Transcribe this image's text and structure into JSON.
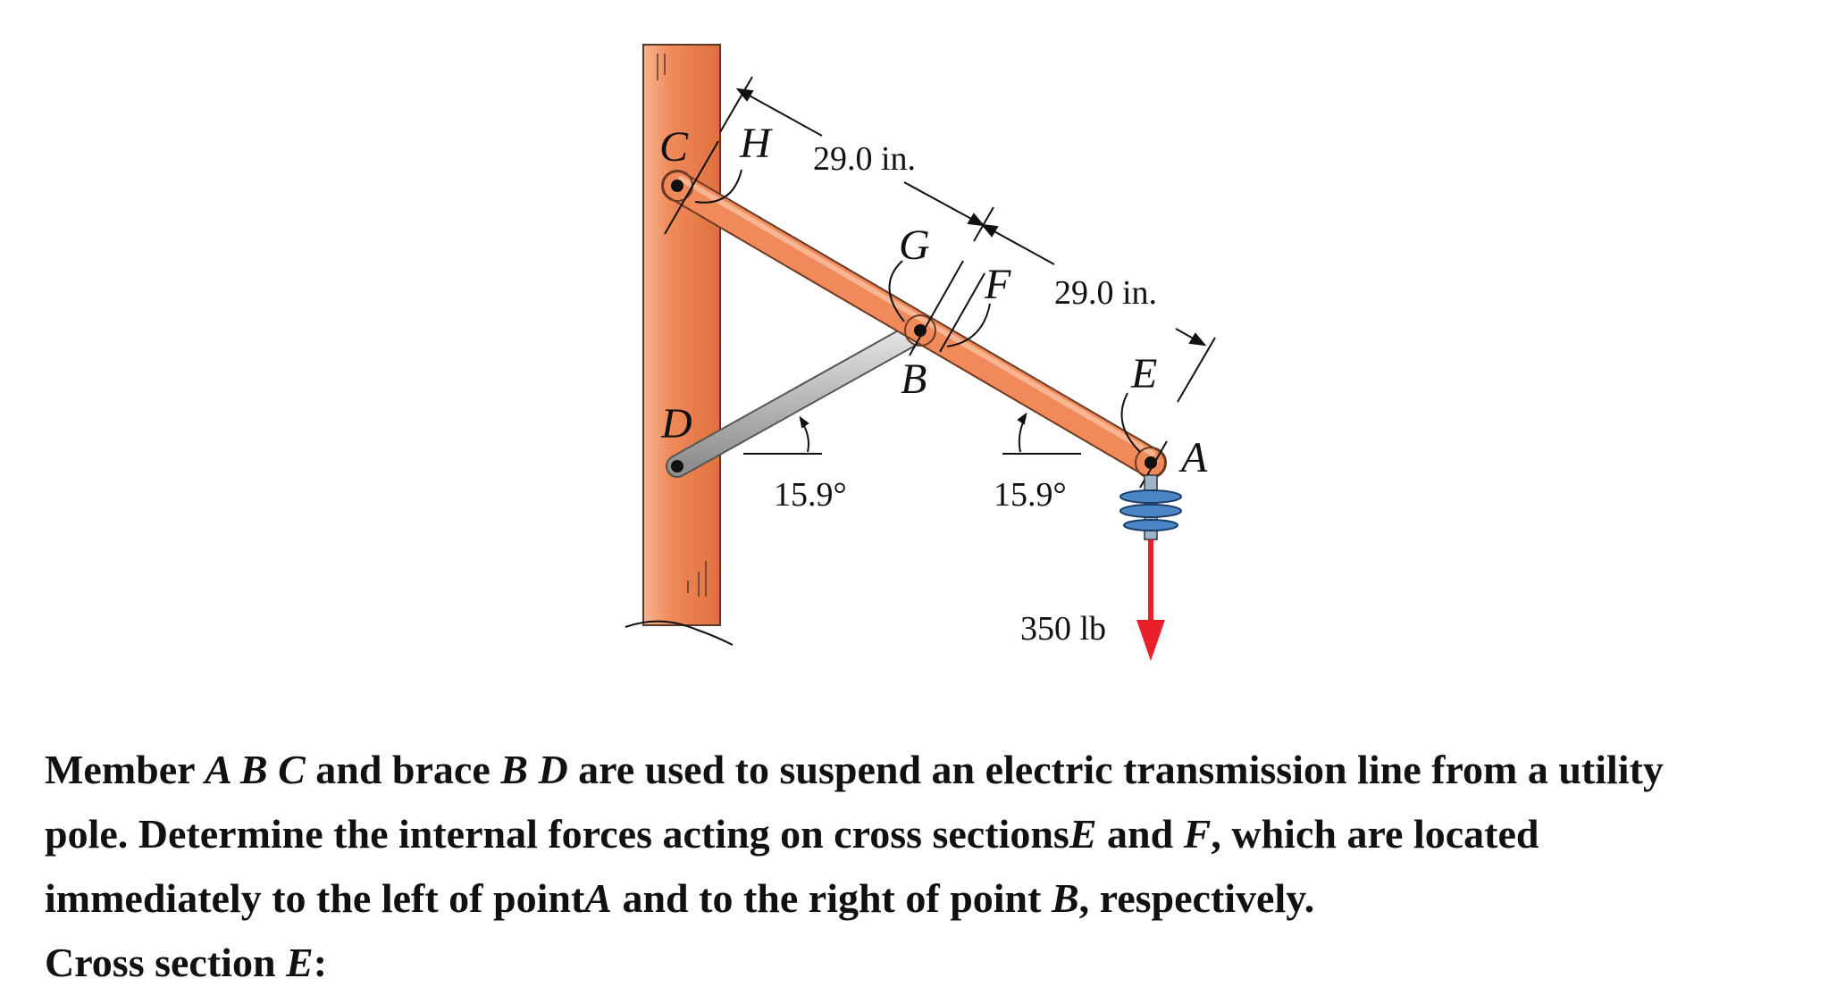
{
  "figure": {
    "labels": {
      "C": "C",
      "H": "H",
      "G": "G",
      "F": "F",
      "B": "B",
      "E": "E",
      "D": "D",
      "A": "A"
    },
    "dimension_upper": "29.0 in.",
    "dimension_lower": "29.0 in.",
    "angle_brace": "15.9°",
    "angle_member": "15.9°",
    "load": "350 lb",
    "colors": {
      "pole": "#f0865a",
      "member": "#f08a5a",
      "brace": "#b8b8b8",
      "insulator": "#4a86c8",
      "load_arrow": "#e8202a"
    }
  },
  "problem": {
    "part1": "Member",
    "v1": "A B C",
    "part2": "and brace",
    "v2": "B D",
    "part3": "are used to suspend an electric transmission line from a utility",
    "line2a": "pole. Determine the internal forces acting on cross sections",
    "v3": "E",
    "line2b": "and",
    "v4": "F",
    "line2c": ", which are located",
    "line3a": "immediately to the left of point",
    "v5": "A",
    "line3b": "and to the right of point",
    "v6": "B",
    "line3c": ", respectively."
  },
  "cross_section": {
    "label": "Cross section",
    "var": "E",
    "suffix": ":"
  }
}
